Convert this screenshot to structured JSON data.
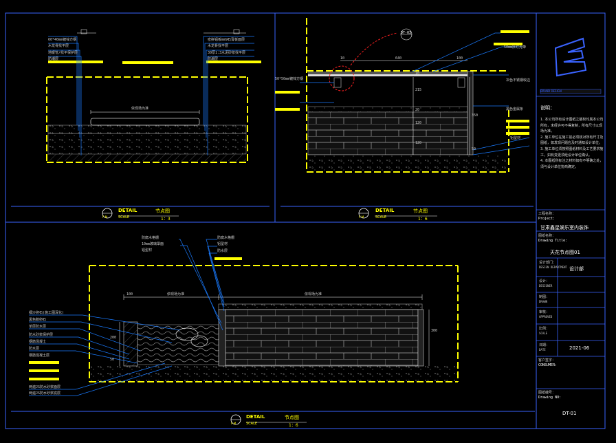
{
  "detail_titles": [
    {
      "word": "DETAIL",
      "title": "节点图",
      "scale_label": "SCALE",
      "scale": "1：3",
      "tag": "F-M"
    },
    {
      "word": "DETAIL",
      "title": "节点图",
      "scale_label": "SCALE",
      "scale": "1：6",
      "tag": "F-M"
    },
    {
      "word": "DETAIL",
      "title": "节点图",
      "scale_label": "SCALE",
      "scale": "1：6",
      "tag": "F-M"
    }
  ],
  "d1": {
    "left_labels": [
      "60*40mm镀锌方钢",
      "木龙骨找平层",
      "地暖管/找平保护层",
      "防潮层"
    ],
    "right_labels": [
      "密拼铝板mm9石膏板面层",
      "木龙骨找平层",
      "30厚1:3水泥砂浆找平层",
      "防潮层"
    ],
    "dim_text": "依现场为准"
  },
  "d2": {
    "tag_top": "DT-03",
    "right_labels": [
      "50mm厚灯光带",
      "灰色不锈钢收边",
      "黑色金属条",
      "铝型材"
    ],
    "left_label": "50*50mm镀锌方钢",
    "dims_h": [
      "10",
      "640",
      "100"
    ],
    "dims_v": [
      "10",
      "215",
      "120",
      "120",
      "350",
      "50",
      "20"
    ]
  },
  "d3": {
    "top_labels": [
      "防腐木格栅",
      "10mm玻璃罩面",
      "铝型材"
    ],
    "top_right_labels": [
      "防腐木格栅",
      "铝型材",
      "防水层"
    ],
    "left_labels": [
      "细沙卵石(施工图深化)",
      "黑色鹅卵石",
      "单层防水层",
      "防水砂浆保护层",
      "钢筋混凝土",
      "防水层",
      "钢筋混凝土层"
    ],
    "bottom_labels": [
      "两遍JS防水砂浆面层",
      "两遍JS防水砂浆底层"
    ],
    "dims_h": [
      "100",
      "依现场为准",
      "依现场为准"
    ],
    "dims_v": [
      "200",
      "50",
      "300"
    ]
  },
  "titleblock": {
    "company_logo_text": "BRAND DESIGN",
    "notes_heading": "说明：",
    "notes": [
      "1. 本公司所有设计图纸之版权均属本公司所有，未经许可不得复制，所有尺寸以现场为准。",
      "2. 施工单位在施工前必须核对所有尺寸及图纸，如发现问题应及时通知设计单位。",
      "3. 施工单位须按照图纸材料及工艺要求施工，如有变更须经设计单位确认。",
      "4. 本图纸所标注之材料如有不明确之处，须与设计单位协商确定。"
    ],
    "project_label": "工程名称：",
    "project_label_en": "Project:",
    "project_name": "甘肃鑫星娱乐室内装饰",
    "drawing_title_label": "图纸名称：",
    "drawing_title_label_en": "Drawing Title:",
    "drawing_title": "天花节点图01",
    "design_dept_label": "设计部门：",
    "design_dept_label_en": "DESIGN DEPARTMENT",
    "design_dept": "设计部",
    "designer_label": "设计：",
    "designer_label_en": "DESIGNER",
    "drawn_label": "制图：",
    "drawn_label_en": "DRAWN",
    "approved_label": "审核：",
    "approved_label_en": "APPROVED",
    "scale_label": "比例：",
    "scale_label_en": "SCALE",
    "date_label": "日期：",
    "date_label_en": "DATE",
    "date": "2021-06",
    "client_label": "客户签字：",
    "client_label_en": "CONSUMER:",
    "drawing_no_label": "图纸编号：",
    "drawing_no_label_en": "Drawing NO:",
    "drawing_no": "DT-01"
  },
  "colors": {
    "frame": "#3a63ff",
    "yellow": "#ffff00",
    "cyan": "#00e5ff",
    "red": "#ff2020",
    "white": "#ffffff",
    "leader": "#1a7bff"
  }
}
